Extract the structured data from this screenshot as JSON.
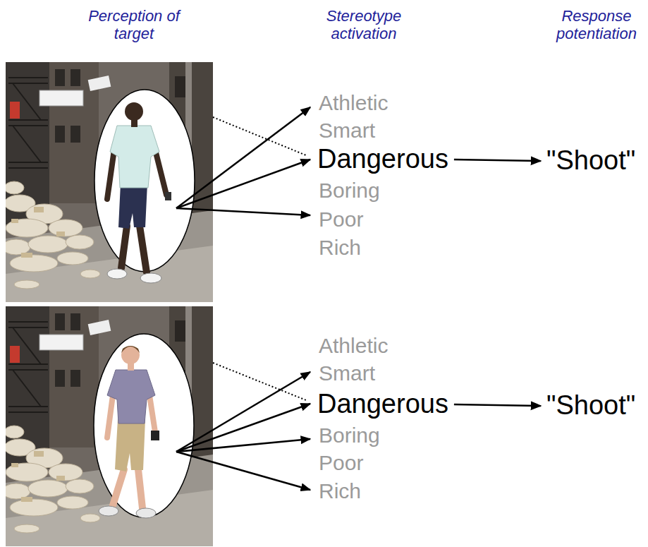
{
  "diagram": {
    "nodes": [
      {
        "text": [
          "Athletic"
        ]
      },
      {
        "text": [
          "Smart"
        ]
      },
      {
        "text": [
          "Dangerous"
        ]
      },
      {
        "text": [
          "\"Shoot\""
        ]
      },
      {
        "text": [
          "Boring"
        ]
      },
      {
        "text": [
          "Poor"
        ]
      },
      {
        "text": [
          "Rich"
        ]
      },
      {
        "text": [
          "Athletic"
        ]
      },
      {
        "text": [
          "Smart"
        ]
      },
      {
        "text": [
          "Dangerous"
        ]
      },
      {
        "text": [
          "\"Shoot\""
        ]
      },
      {
        "text": [
          "Boring"
        ]
      },
      {
        "text": [
          "Poor"
        ]
      },
      {
        "text": [
          "Rich"
        ]
      }
    ],
    "edges": [
      {
        "from": 2,
        "to": 3,
        "arrow": "to"
      },
      {
        "from": 9,
        "to": 10,
        "arrow": "to"
      }
    ],
    "labels": [
      "Perception of target",
      "Stereotype activation",
      "Response potentiation"
    ]
  }
}
